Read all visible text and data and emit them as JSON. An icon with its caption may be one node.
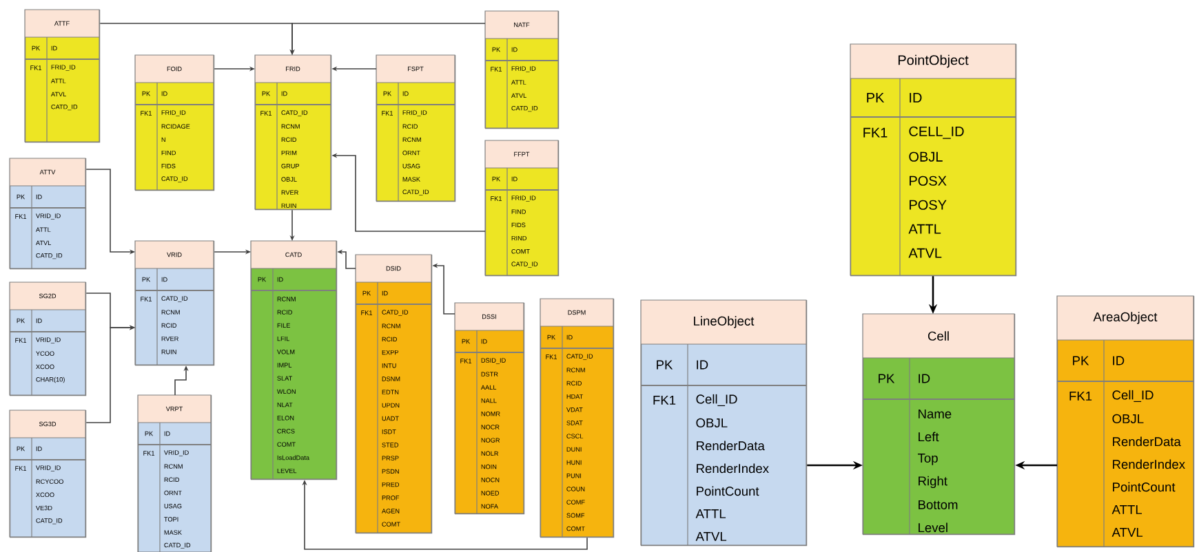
{
  "diagram": {
    "nodes": [
      {
        "text": [
          "ATTF",
          "PK",
          "ID",
          "FK1",
          "FRID_ID",
          "ATTL",
          "ATVL",
          "CATD_ID"
        ]
      },
      {
        "text": [
          "FOID",
          "PK",
          "ID",
          "FK1",
          "FRID_ID",
          "RCIDAGE",
          "N",
          "FIND",
          "FIDS",
          "CATD_ID"
        ]
      },
      {
        "text": [
          "FRID",
          "PK",
          "ID",
          "FK1",
          "CATD_ID",
          "RCNM",
          "RCID",
          "PRIM",
          "GRUP",
          "OBJL",
          "RVER",
          "RUIN"
        ]
      },
      {
        "text": [
          "FSPT",
          "PK",
          "ID",
          "FK1",
          "FRID_ID",
          "RCID",
          "RCNM",
          "ORNT",
          "USAG",
          "MASK",
          "CATD_ID"
        ]
      },
      {
        "text": [
          "NATF",
          "PK",
          "ID",
          "FK1",
          "FRID_ID",
          "ATTL",
          "ATVL",
          "CATD_ID"
        ]
      },
      {
        "text": [
          "FFPT",
          "PK",
          "ID",
          "FK1",
          "FRID_ID",
          "FIND",
          "FIDS",
          "RIND",
          "COMT",
          "CATD_ID"
        ]
      },
      {
        "text": [
          "ATTV",
          "PK",
          "ID",
          "FK1",
          "VRID_ID",
          "ATTL",
          "ATVL",
          "CATD_ID"
        ]
      },
      {
        "text": [
          "VRID",
          "PK",
          "ID",
          "FK1",
          "CATD_ID",
          "RCNM",
          "RCID",
          "RVER",
          "RUIN"
        ]
      },
      {
        "text": [
          "CATD",
          "PK",
          "ID",
          "RCNM",
          "RCID",
          "FILE",
          "LFIL",
          "VOLM",
          "IMPL",
          "SLAT",
          "WLON",
          "NLAT",
          "ELON",
          "CRCS",
          "COMT",
          "IsLoadData",
          "LEVEL"
        ]
      },
      {
        "text": [
          "DSID",
          "PK",
          "ID",
          "FK1",
          "CATD_ID",
          "RCNM",
          "RCID",
          "EXPP",
          "INTU",
          "DSNM",
          "EDTN",
          "UPDN",
          "UADT",
          "ISDT",
          "STED",
          "PRSP",
          "PSDN",
          "PRED",
          "PROF",
          "AGEN",
          "COMT"
        ]
      },
      {
        "text": [
          "SG2D",
          "PK",
          "ID",
          "FK1",
          "VRID_ID",
          "YCOO",
          "XCOO",
          "CHAR(10)"
        ]
      },
      {
        "text": [
          "SG3D",
          "PK",
          "ID",
          "FK1",
          "VRID_ID",
          "RCYCOO",
          "XCOO",
          "VE3D",
          "CATD_ID"
        ]
      },
      {
        "text": [
          "VRPT",
          "PK",
          "ID",
          "FK1",
          "VRID_ID",
          "RCNM",
          "RCID",
          "ORNT",
          "USAG",
          "TOPI",
          "MASK",
          "CATD_ID"
        ]
      },
      {
        "text": [
          "DSSI",
          "PK",
          "ID",
          "FK1",
          "DSID_ID",
          "DSTR",
          "AALL",
          "NALL",
          "NOMR",
          "NOCR",
          "NOGR",
          "NOLR",
          "NOIN",
          "NOCN",
          "NOED",
          "NOFA"
        ]
      },
      {
        "text": [
          "DSPM",
          "PK",
          "ID",
          "FK1",
          "CATD_ID",
          "RCNM",
          "RCID",
          "HDAT",
          "VDAT",
          "SDAT",
          "CSCL",
          "DUNI",
          "HUNI",
          "PUNI",
          "COUN",
          "COMF",
          "SOMF",
          "COMT"
        ]
      },
      {
        "text": [
          "PointObject",
          "PK",
          "ID",
          "FK1",
          "CELL_ID",
          "OBJL",
          "POSX",
          "POSY",
          "ATTL",
          "ATVL"
        ]
      },
      {
        "text": [
          "LineObject",
          "PK",
          "ID",
          "FK1",
          "Cell_ID",
          "OBJL",
          "RenderData",
          "RenderIndex",
          "PointCount",
          "ATTL",
          "ATVL"
        ]
      },
      {
        "text": [
          "Cell",
          "PK",
          "ID",
          "Name",
          "Left",
          "Top",
          "Right",
          "Bottom",
          "Level"
        ]
      },
      {
        "text": [
          "AreaObject",
          "PK",
          "ID",
          "FK1",
          "Cell_ID",
          "OBJL",
          "RenderData",
          "RenderIndex",
          "PointCount",
          "ATTL",
          "ATVL"
        ]
      }
    ],
    "edges": [
      {
        "from": 0,
        "to": 2,
        "arrow": "to"
      },
      {
        "from": 4,
        "to": 2,
        "arrow": "to"
      },
      {
        "from": 1,
        "to": 2,
        "arrow": "to"
      },
      {
        "from": 3,
        "to": 2,
        "arrow": "to"
      },
      {
        "from": 5,
        "to": 2,
        "arrow": "to"
      },
      {
        "from": 2,
        "to": 8,
        "arrow": "to"
      },
      {
        "from": 6,
        "to": 7,
        "arrow": "to"
      },
      {
        "from": 7,
        "to": 8,
        "arrow": "to"
      },
      {
        "from": 10,
        "to": 7,
        "arrow": "to"
      },
      {
        "from": 11,
        "to": 7,
        "arrow": "to"
      },
      {
        "from": 12,
        "to": 7,
        "arrow": "to"
      },
      {
        "from": 9,
        "to": 8,
        "arrow": "to"
      },
      {
        "from": 13,
        "to": 9,
        "arrow": "to"
      },
      {
        "from": 14,
        "to": 8,
        "arrow": "to"
      },
      {
        "from": 15,
        "to": 17,
        "arrow": "to"
      },
      {
        "from": 16,
        "to": 17,
        "arrow": "to"
      },
      {
        "from": 18,
        "to": 17,
        "arrow": "to"
      }
    ]
  }
}
